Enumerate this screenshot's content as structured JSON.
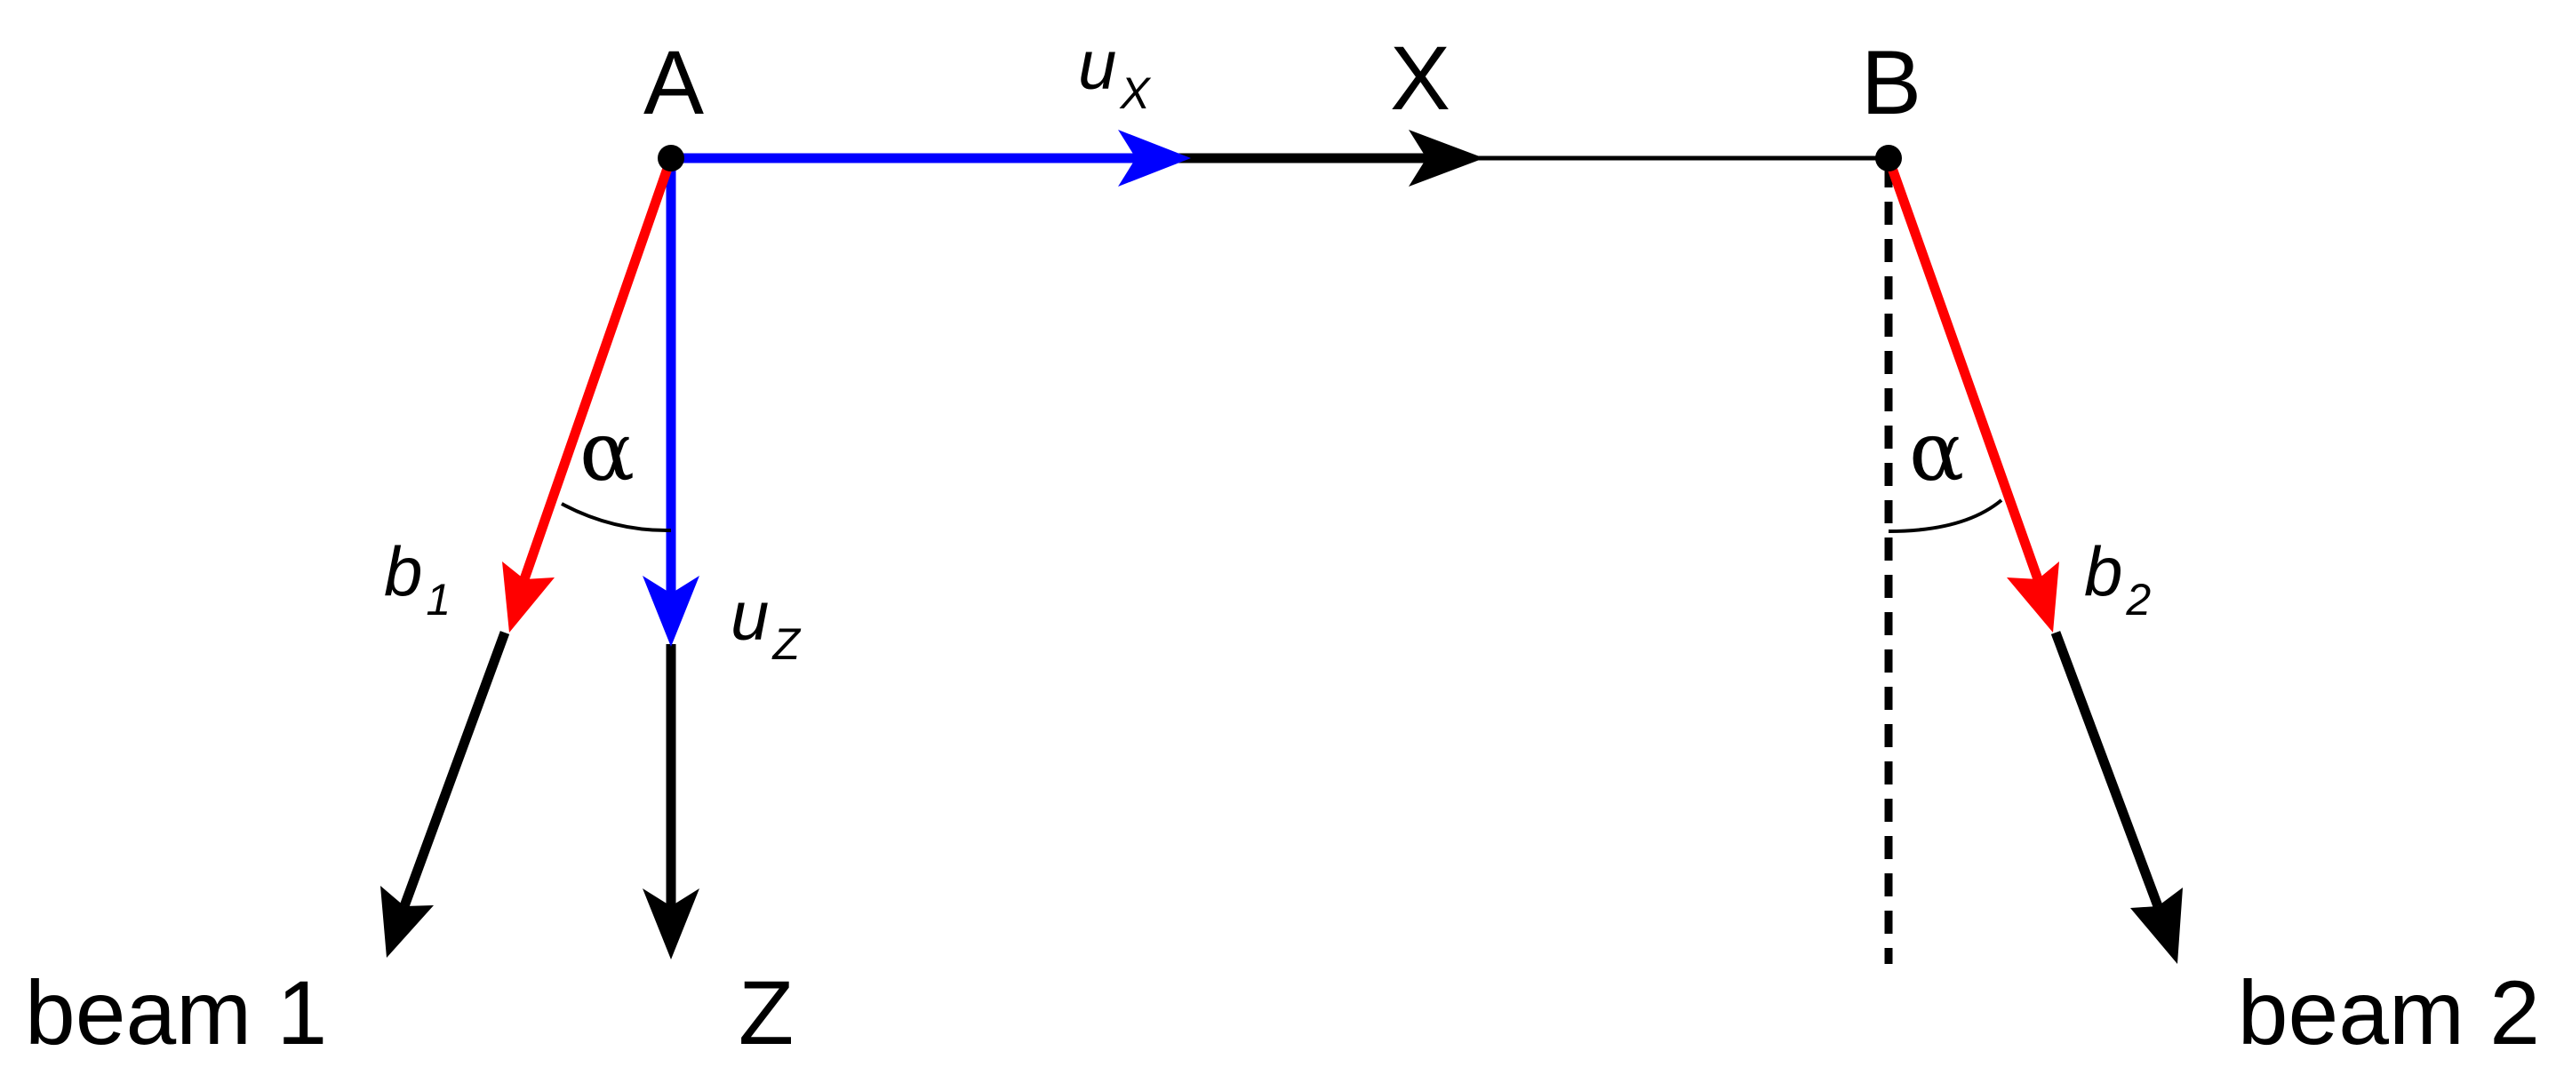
{
  "labels": {
    "point_a": "A",
    "point_b": "B",
    "axis_x": "X",
    "axis_z": "Z",
    "beam1": "beam 1",
    "beam2": "beam 2",
    "ux_main": "u",
    "ux_sub": "X",
    "uz_main": "u",
    "uz_sub": "Z",
    "b1_main": "b",
    "b1_sub": "1",
    "b2_main": "b",
    "b2_sub": "2",
    "alpha_left": "α",
    "alpha_right": "α"
  },
  "colors": {
    "unit_vector": "#0000ff",
    "beam_vector": "#ff0000",
    "axis": "#000000"
  }
}
